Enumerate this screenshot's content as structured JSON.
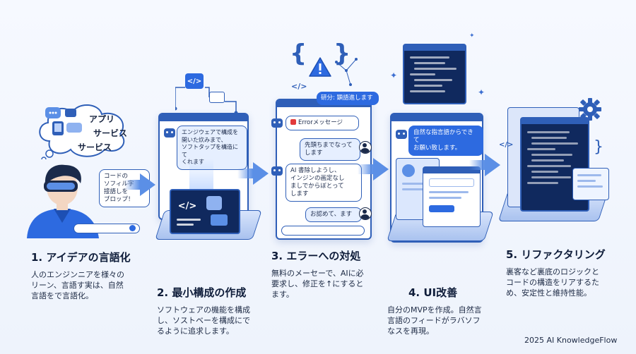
{
  "steps": [
    {
      "title": "1. アイデアの言語化",
      "desc": [
        "人のエンジンニアを様々の",
        "リーン、言語す実は、自然",
        "言語をで言語化。"
      ]
    },
    {
      "title": "2. 最小構成の作成",
      "desc": [
        "ソフトウェアの機能を構成",
        "し、ソストベーを構成にで",
        "るように追求します。"
      ]
    },
    {
      "title": "3. エラーへの対処",
      "desc": [
        "無料のメーセーで、AIに必",
        "要求し、修正を↑にすると",
        "ます。"
      ]
    },
    {
      "title": "4. UI改善",
      "desc": [
        "自分のMVPを作成。自然言",
        "言語のフィードがラバソフ",
        "なスを再現。"
      ]
    },
    {
      "title": "5. リファクタリング",
      "desc": [
        "裏客など裏底のロジックと",
        "コードの構造をリアするた",
        "め、安定性と維持性能。"
      ]
    }
  ],
  "step1": {
    "cloud_words": [
      "アプリ",
      "サービス",
      "サービス"
    ],
    "speech": [
      "コードの",
      "ソフィル字",
      "接語しを",
      "ブロップ！"
    ]
  },
  "step2": {
    "bubble": [
      "エンジウェアで構成を",
      "開いた炊みまで、",
      "ソフトタップを構造にて",
      "くれます"
    ],
    "code_icon": "</>"
  },
  "step3": {
    "tag": "研分: 顕語進します",
    "error": "Errorメッセージ",
    "reply1": [
      "先頭ちまでなって",
      "します"
    ],
    "reply2": [
      "AI 書除しようし、",
      "インジンの画定なし",
      "ましでからぼとって",
      "します"
    ],
    "reply3": "お認めて、ます"
  },
  "step4": {
    "bubble": [
      "自然な指言語からできて",
      "お願い致します。"
    ]
  },
  "footer": "2025 AI KnowledgeFlow"
}
